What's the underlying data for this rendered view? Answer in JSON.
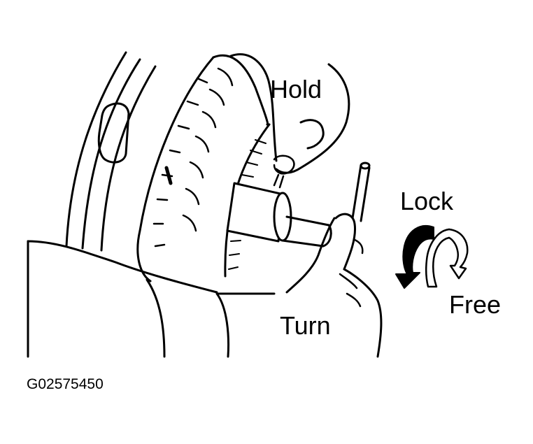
{
  "labels": {
    "hold": "Hold",
    "lock": "Lock",
    "free": "Free",
    "turn": "Turn"
  },
  "figure_code": "G02575450",
  "colors": {
    "ink": "#000000",
    "paper": "#ffffff"
  },
  "icons": {
    "lock_direction": "curved-arrow-counterclockwise-filled",
    "free_direction": "curved-arrow-clockwise-outline"
  }
}
